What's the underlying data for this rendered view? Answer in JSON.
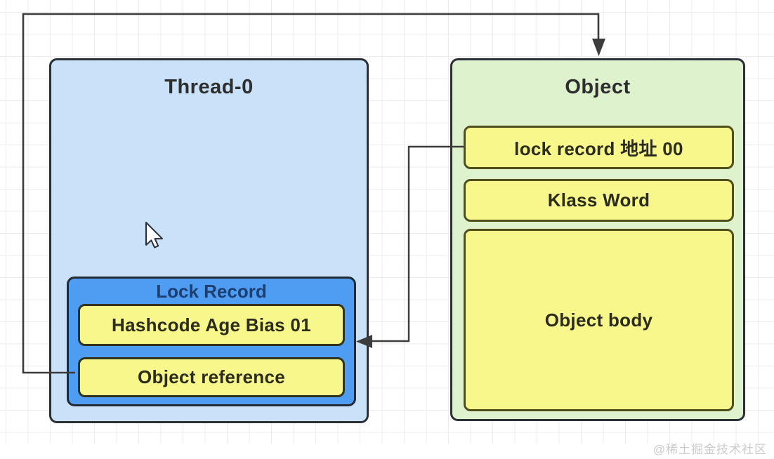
{
  "colors": {
    "canvas_bg": "#ffffff",
    "grid_line": "#ececec",
    "box_border": "#2b2f36",
    "thread_fill": "#c9e1f9",
    "lock_record_fill": "#4f9df2",
    "slot_fill": "#f7f78c",
    "slot_border": "#33331d",
    "object_fill": "#def2ce",
    "object_slot_border": "#4f4f1d",
    "connector": "#3c3c3c",
    "title_text": "#2e2e2e",
    "lr_title_text": "#1d3f70",
    "slot_text": "#2c2c1a",
    "watermark_text": "#cbcbcb"
  },
  "thread_box": {
    "title": "Thread-0"
  },
  "lock_record_box": {
    "title": "Lock Record",
    "slots": [
      {
        "label": "Hashcode Age Bias 01"
      },
      {
        "label": "Object reference"
      }
    ]
  },
  "object_box": {
    "title": "Object",
    "slots": [
      {
        "label": "lock record 地址 00"
      },
      {
        "label": "Klass Word"
      },
      {
        "label": "Object body"
      }
    ]
  },
  "connections": [
    {
      "from": "Object reference",
      "to": "Object",
      "arrow_direction": "down"
    },
    {
      "from": "lock record 地址 00",
      "to": "Lock Record",
      "arrow_direction": "left"
    }
  ],
  "watermark": "@稀土掘金技术社区"
}
